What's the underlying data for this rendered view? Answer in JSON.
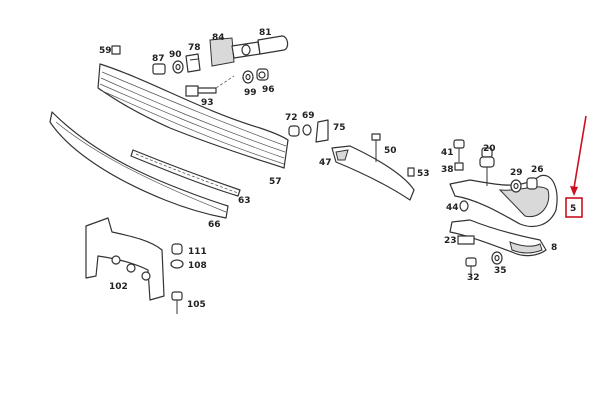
{
  "callouts": [
    {
      "id": "59",
      "label": "59"
    },
    {
      "id": "87",
      "label": "87"
    },
    {
      "id": "90",
      "label": "90"
    },
    {
      "id": "78",
      "label": "78"
    },
    {
      "id": "84",
      "label": "84"
    },
    {
      "id": "81",
      "label": "81"
    },
    {
      "id": "99",
      "label": "99"
    },
    {
      "id": "96",
      "label": "96"
    },
    {
      "id": "93",
      "label": "93"
    },
    {
      "id": "72",
      "label": "72"
    },
    {
      "id": "69",
      "label": "69"
    },
    {
      "id": "75",
      "label": "75"
    },
    {
      "id": "47",
      "label": "47"
    },
    {
      "id": "50",
      "label": "50"
    },
    {
      "id": "53",
      "label": "53"
    },
    {
      "id": "57",
      "label": "57"
    },
    {
      "id": "63",
      "label": "63"
    },
    {
      "id": "66",
      "label": "66"
    },
    {
      "id": "41",
      "label": "41"
    },
    {
      "id": "38",
      "label": "38"
    },
    {
      "id": "20",
      "label": "20"
    },
    {
      "id": "29",
      "label": "29"
    },
    {
      "id": "26",
      "label": "26"
    },
    {
      "id": "44",
      "label": "44"
    },
    {
      "id": "23",
      "label": "23"
    },
    {
      "id": "8",
      "label": "8"
    },
    {
      "id": "32",
      "label": "32"
    },
    {
      "id": "35",
      "label": "35"
    },
    {
      "id": "111",
      "label": "111"
    },
    {
      "id": "108",
      "label": "108"
    },
    {
      "id": "102",
      "label": "102"
    },
    {
      "id": "105",
      "label": "105"
    }
  ],
  "highlight": {
    "label": "5",
    "color": "#cc1122"
  }
}
